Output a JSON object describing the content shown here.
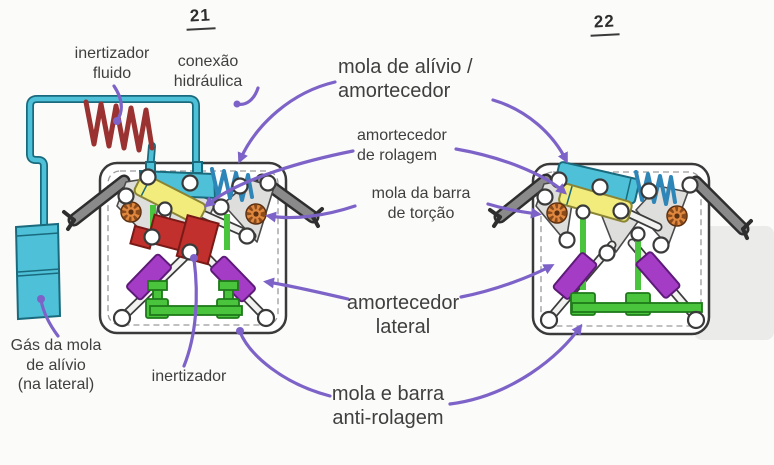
{
  "figures": {
    "left": {
      "number": "21"
    },
    "right": {
      "number": "22"
    }
  },
  "labels": {
    "inertizador_fluido": "inertizador\nfluido",
    "conexao_hidraulica": "conexão\nhidráulica",
    "mola_alivio": "mola de alívio /\namortecedor",
    "amortecedor_rolagem": "amortecedor\nde rolagem",
    "mola_barra_torcao": "mola da barra\nde torção",
    "amortecedor_lateral": "amortecedor\nlateral",
    "mola_barra_antirolagem": "mola e barra\nanti-rolagem",
    "gas_mola_alivio": "Gás da mola\nde alívio\n(na lateral)",
    "inertizador": "inertizador"
  },
  "colors": {
    "background": "#fbfbf9",
    "cyan": "#4ec1d8",
    "cyan_dark": "#1a6a7d",
    "dark_red_coil": "#993231",
    "blue_spring": "#2e86b8",
    "yellow": "#f2ec7d",
    "yellow_dark": "#8a8435",
    "red_block": "#c1302c",
    "red_dark": "#791a16",
    "orange_gear": "#e0883f",
    "purple_cylinder": "#a43cc6",
    "purple_dark": "#5d1a78",
    "green": "#49c43c",
    "green_dark": "#1e7a1a",
    "gray_arm": "#8a8a8a",
    "frame_stroke": "#3a3a3a",
    "annotation_arrow": "#7d63c8",
    "text": "#3f3f3f"
  }
}
